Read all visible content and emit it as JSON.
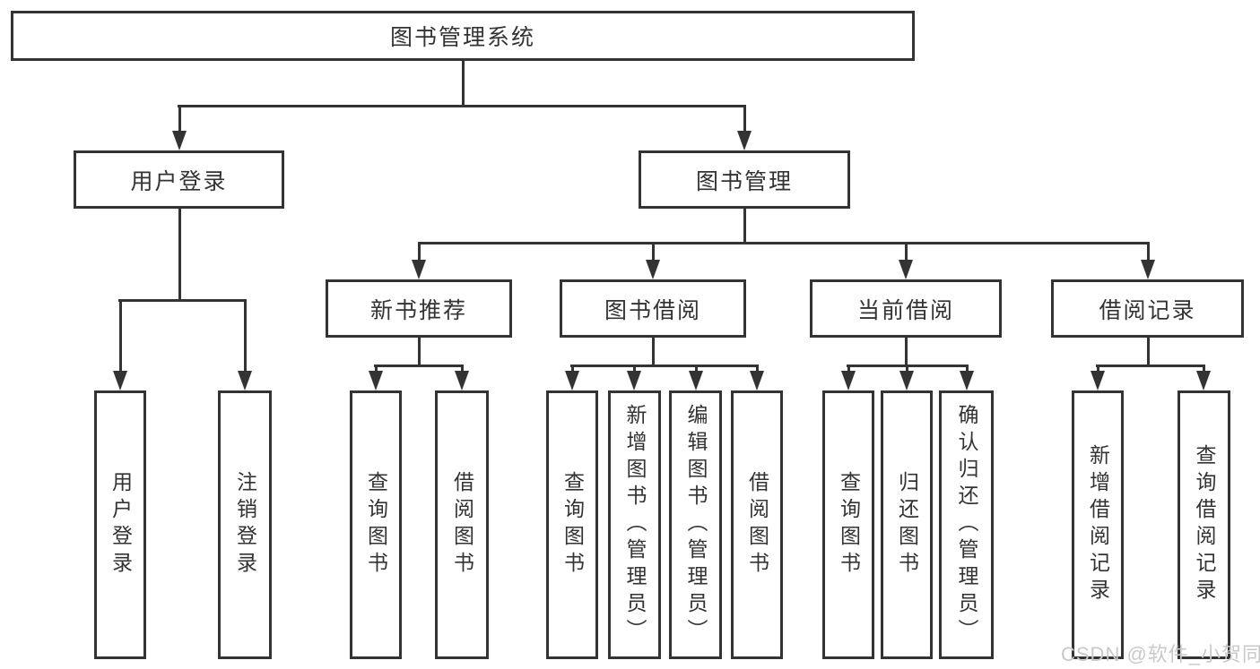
{
  "tree": {
    "label": "图书管理系统",
    "children": [
      {
        "label": "用户登录",
        "children": [
          {
            "label": "用户登录"
          },
          {
            "label": "注销登录"
          }
        ]
      },
      {
        "label": "图书管理",
        "children": [
          {
            "label": "新书推荐",
            "children": [
              {
                "label": "查询图书"
              },
              {
                "label": "借阅图书"
              }
            ]
          },
          {
            "label": "图书借阅",
            "children": [
              {
                "label": "查询图书"
              },
              {
                "label": "新增图书（管理员）"
              },
              {
                "label": "编辑图书（管理员）"
              },
              {
                "label": "借阅图书"
              }
            ]
          },
          {
            "label": "当前借阅",
            "children": [
              {
                "label": "查询图书"
              },
              {
                "label": "归还图书"
              },
              {
                "label": "确认归还（管理员）"
              }
            ]
          },
          {
            "label": "借阅记录",
            "children": [
              {
                "label": "新增借阅记录"
              },
              {
                "label": "查询借阅记录"
              }
            ]
          }
        ]
      }
    ]
  },
  "watermark": {
    "text": "CSDN @软件_小贺同学",
    "color": "#c9c9c9"
  },
  "colors": {
    "line": "#333333",
    "text": "#333333",
    "background": "#ffffff"
  }
}
